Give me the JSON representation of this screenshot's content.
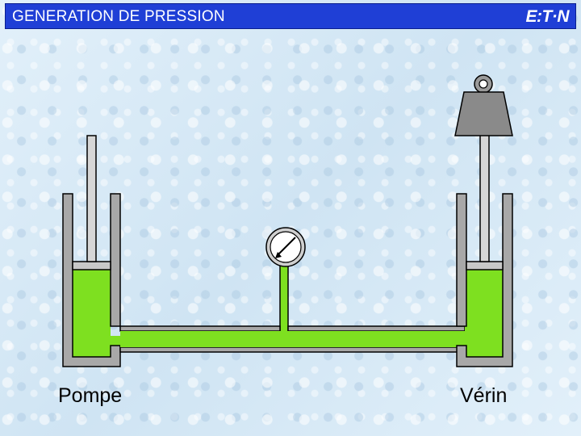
{
  "header": {
    "title": "GENERATION DE PRESSION",
    "logo_text": "E:T·N"
  },
  "labels": {
    "pump": "Pompe",
    "cylinder": "Vérin"
  },
  "icons": {
    "gauge": "pressure-gauge-icon",
    "weight": "weight-icon"
  },
  "colors": {
    "title_bar": "#1f3fd6",
    "fluid": "#7ee020",
    "wall": "#a8a8a8",
    "piston": "#c8c8c8",
    "weight": "#8a8a8a"
  }
}
